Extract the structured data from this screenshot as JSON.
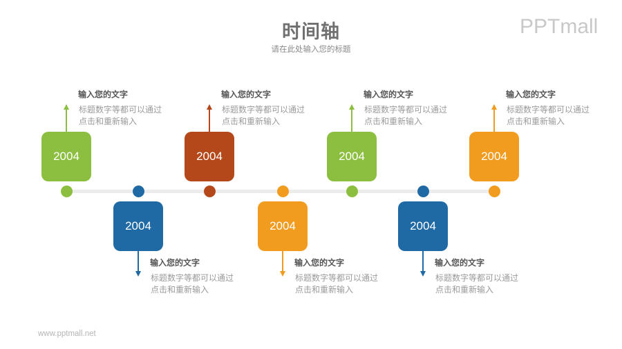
{
  "header": {
    "title": "时间轴",
    "subtitle": "请在此处输入您的标题"
  },
  "logo": "PPTmall",
  "footer": "www.pptmall.net",
  "colors": {
    "green": "#8cbf3f",
    "blue": "#1f6aa5",
    "rust": "#b5481b",
    "orange": "#f29c1f",
    "line": "#ececec"
  },
  "items": [
    {
      "year": "2004",
      "heading": "输入您的文字",
      "desc": "标题数字等都可以通过点击和重新输入",
      "position": "top",
      "color": "#8cbf3f"
    },
    {
      "year": "2004",
      "heading": "输入您的文字",
      "desc": "标题数字等都可以通过点击和重新输入",
      "position": "bottom",
      "color": "#1f6aa5"
    },
    {
      "year": "2004",
      "heading": "输入您的文字",
      "desc": "标题数字等都可以通过点击和重新输入",
      "position": "top",
      "color": "#b5481b"
    },
    {
      "year": "2004",
      "heading": "输入您的文字",
      "desc": "标题数字等都可以通过点击和重新输入",
      "position": "bottom",
      "color": "#f29c1f"
    },
    {
      "year": "2004",
      "heading": "输入您的文字",
      "desc": "标题数字等都可以通过点击和重新输入",
      "position": "top",
      "color": "#8cbf3f"
    },
    {
      "year": "2004",
      "heading": "输入您的文字",
      "desc": "标题数字等都可以通过点击和重新输入",
      "position": "bottom",
      "color": "#1f6aa5"
    },
    {
      "year": "2004",
      "heading": "输入您的文字",
      "desc": "标题数字等都可以通过点击和重新输入",
      "position": "top",
      "color": "#f29c1f"
    }
  ]
}
